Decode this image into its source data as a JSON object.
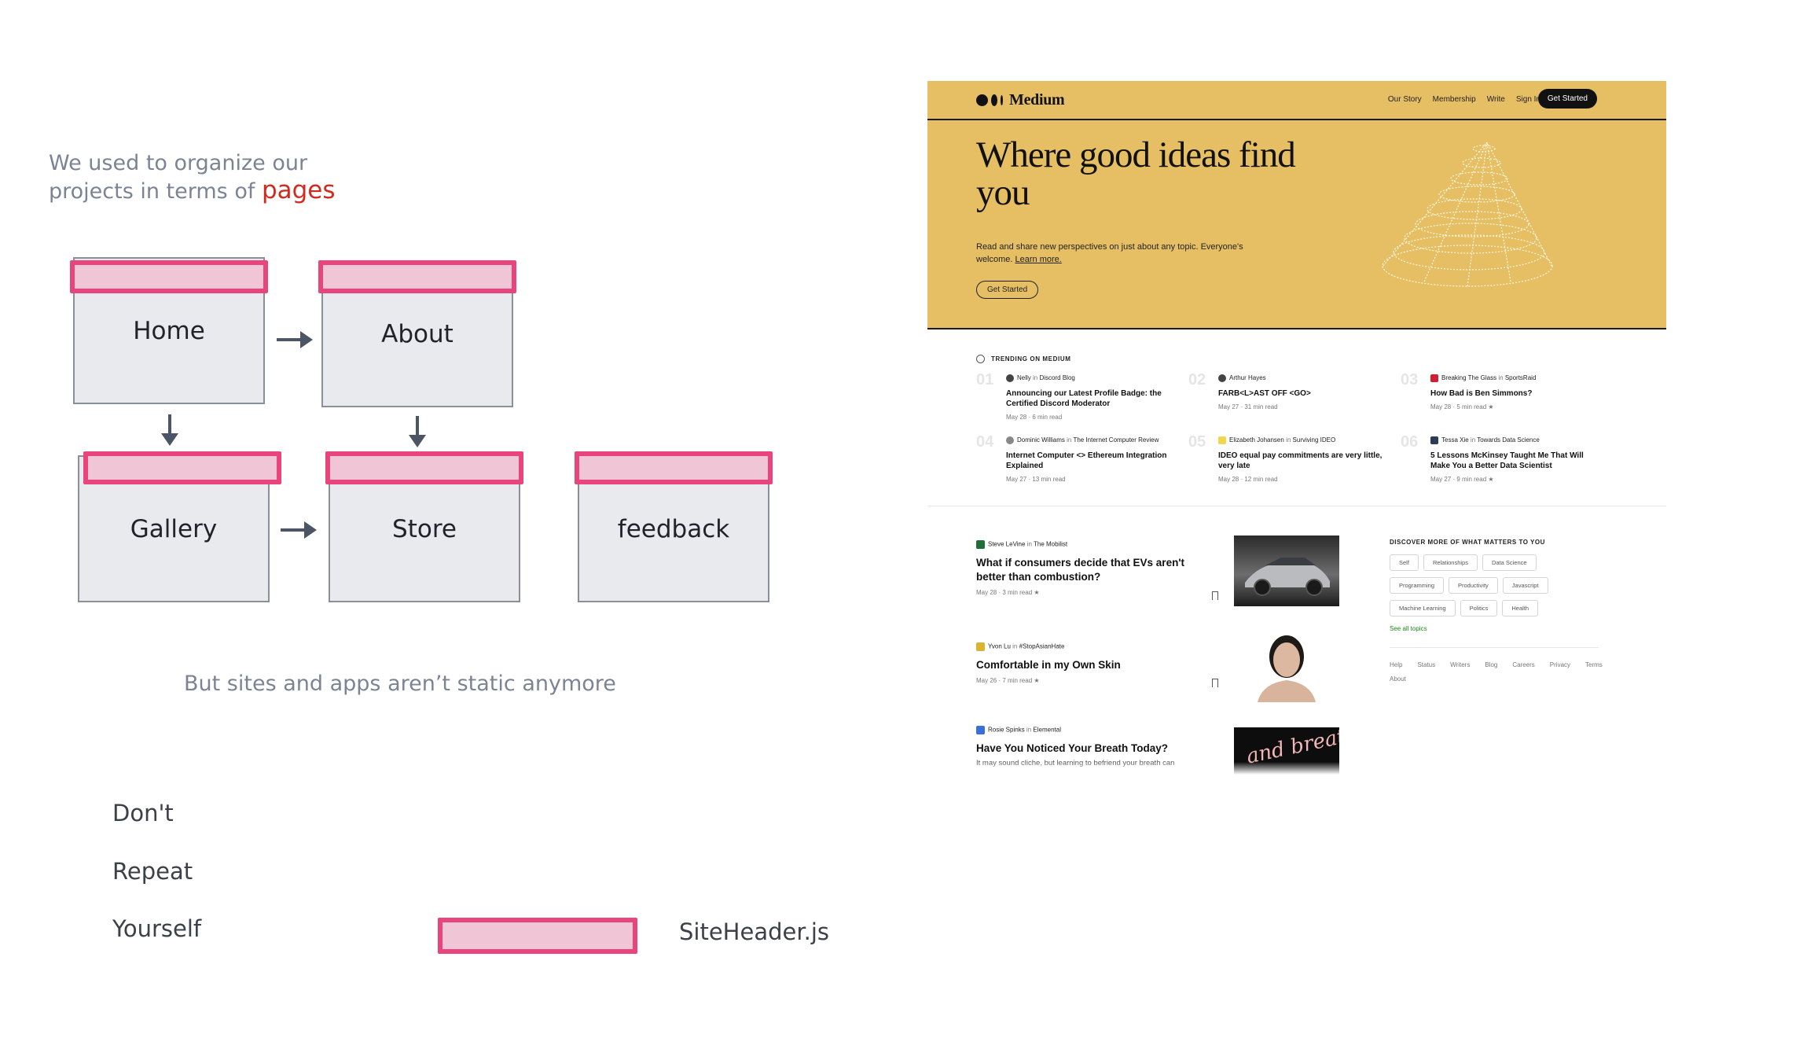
{
  "intro": {
    "line1": "We used to organize our",
    "line2_prefix": "projects in terms of",
    "highlight": "pages"
  },
  "pages": {
    "home": "Home",
    "about": "About",
    "gallery": "Gallery",
    "store": "Store",
    "feedback": "feedback"
  },
  "caption": "But sites and apps aren’t static anymore",
  "dry": {
    "d": "Don't",
    "r": "Repeat",
    "y": "Yourself"
  },
  "component_label": "SiteHeader.js",
  "colors": {
    "header_fill": "#f0c6d7",
    "header_border": "#e8457d",
    "box_fill": "#e9eaee",
    "highlight": "#d22a1e",
    "medium_yellow": "#e6bf64"
  },
  "medium": {
    "logo": "Medium",
    "nav": [
      "Our Story",
      "Membership",
      "Write",
      "Sign In"
    ],
    "get_started": "Get Started",
    "headline": "Where good ideas find you",
    "subtext": "Read and share new perspectives on just about any topic. Everyone's welcome.",
    "learn_more": "Learn more.",
    "hero_button": "Get Started",
    "trending_title": "TRENDING ON MEDIUM",
    "trending": [
      {
        "num": "01",
        "author": "Nelly",
        "pub": "Discord Blog",
        "title": "Announcing our Latest Profile Badge: the Certified Discord Moderator",
        "date": "May 28 · 6 min read"
      },
      {
        "num": "02",
        "author": "Arthur Hayes",
        "pub": "",
        "title": "FARB<L>AST OFF <GO>",
        "date": "May 27 · 31 min read"
      },
      {
        "num": "03",
        "author": "Breaking The Glass",
        "pub": "SportsRaid",
        "title": "How Bad is Ben Simmons?",
        "date": "May 28 · 5 min read ★"
      },
      {
        "num": "04",
        "author": "Dominic Williams",
        "pub": "The Internet Computer Review",
        "title": "Internet Computer <> Ethereum Integration Explained",
        "date": "May 27 · 13 min read"
      },
      {
        "num": "05",
        "author": "Elizabeth Johansen",
        "pub": "Surviving IDEO",
        "title": "IDEO equal pay commitments are very little, very late",
        "date": "May 28 · 12 min read"
      },
      {
        "num": "06",
        "author": "Tessa Xie",
        "pub": "Towards Data Science",
        "title": "5 Lessons McKinsey Taught Me That Will Make You a Better Data Scientist",
        "date": "May 27 · 9 min read ★"
      }
    ],
    "in_word": "in",
    "posts": [
      {
        "author": "Steve LeVine",
        "pub": "The Mobilist",
        "title": "What if consumers decide that EVs aren't better than combustion?",
        "date": "May 28 · 3 min read ★"
      },
      {
        "author": "Yvon Lu",
        "pub": "#StopAsianHate",
        "title": "Comfortable in my Own Skin",
        "date": "May 26 · 7 min read ★"
      },
      {
        "author": "Rosie Spinks",
        "pub": "Elemental",
        "title": "Have You Noticed Your Breath Today?",
        "excerpt": "It may sound cliche, but learning to befriend your breath can"
      }
    ],
    "thumb_text": "and breathe",
    "discover_title": "DISCOVER MORE OF WHAT MATTERS TO YOU",
    "tags": [
      "Self",
      "Relationships",
      "Data Science",
      "Programming",
      "Productivity",
      "Javascript",
      "Machine Learning",
      "Politics",
      "Health"
    ],
    "see_all": "See all topics",
    "footer": [
      "Help",
      "Status",
      "Writers",
      "Blog",
      "Careers",
      "Privacy",
      "Terms",
      "About"
    ]
  }
}
